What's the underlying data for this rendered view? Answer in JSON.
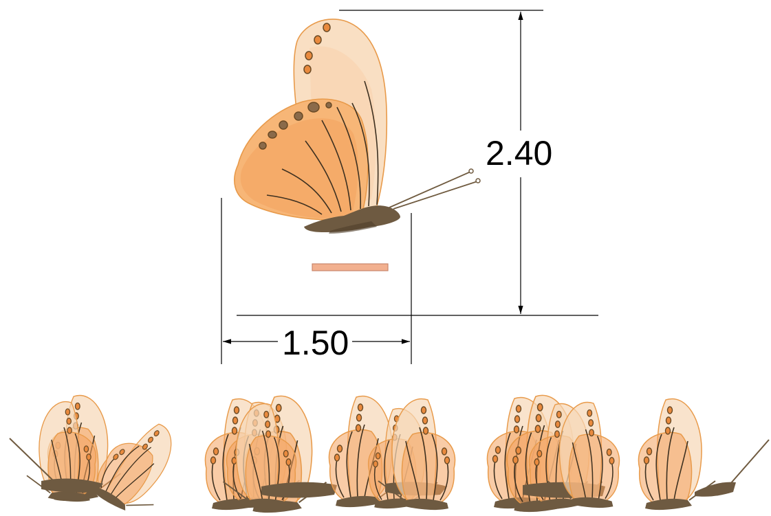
{
  "dimensions": {
    "height": "2.40",
    "width": "1.50"
  },
  "colors": {
    "wing_outline": "#e89a4a",
    "wing_fore": "#f7d7b6",
    "wing_hind": "#f4a35f",
    "wing_hind_light": "#f9bf86",
    "vein": "#3d3020",
    "spot_fill": "#e98a3e",
    "spot_stroke": "#6a4a25",
    "body": "#6e5a41",
    "body_dark": "#4e3d29",
    "antenna": "#6f5a3f",
    "scale_bar": "#f2b08f",
    "scale_bar_stroke": "#c9856b",
    "dimension_line": "#000000"
  },
  "icons": {
    "main": "butterfly-side-view",
    "scale_bar": "scale-bar",
    "cluster": "butterfly-cluster"
  }
}
